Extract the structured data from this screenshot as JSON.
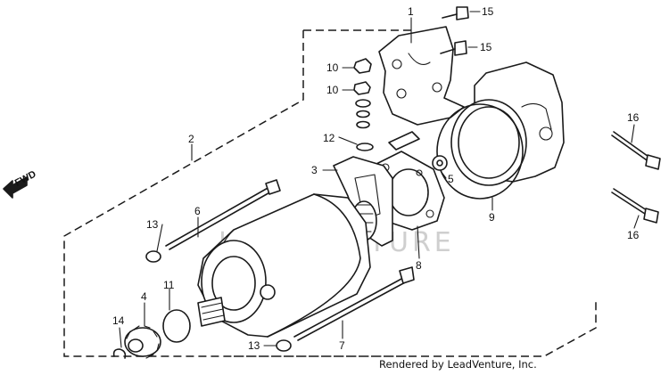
{
  "diagram": {
    "callouts": {
      "c1": "1",
      "c2": "2",
      "c3": "3",
      "c4": "4",
      "c5": "5",
      "c6": "6",
      "c7": "7",
      "c8": "8",
      "c9": "9",
      "c10a": "10",
      "c10b": "10",
      "c11": "11",
      "c12": "12",
      "c13a": "13",
      "c13b": "13",
      "c14": "14",
      "c15a": "15",
      "c15b": "15",
      "c16a": "16",
      "c16b": "16"
    },
    "direction_label": "FWD",
    "watermark": "LEADVENTURE",
    "credit": "Rendered by LeadVenture, Inc."
  }
}
